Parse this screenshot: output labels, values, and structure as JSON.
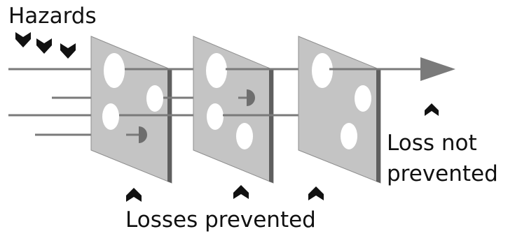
{
  "labels": {
    "hazards": "Hazards",
    "loss_not_prevented_line1": "Loss not",
    "loss_not_prevented_line2": "prevented",
    "losses_prevented": "Losses prevented"
  },
  "colors": {
    "slice_fill": "#c4c4c4",
    "slice_edge": "#5f5f5f",
    "line": "#7a7a7a",
    "marker": "#111111",
    "hole_fill": "#ffffff",
    "blocked_cap": "#6e6e6e"
  },
  "diagram": {
    "barrier_count": 3,
    "hazard_paths": 4,
    "paths_blocked": 3,
    "paths_passing": 1
  }
}
